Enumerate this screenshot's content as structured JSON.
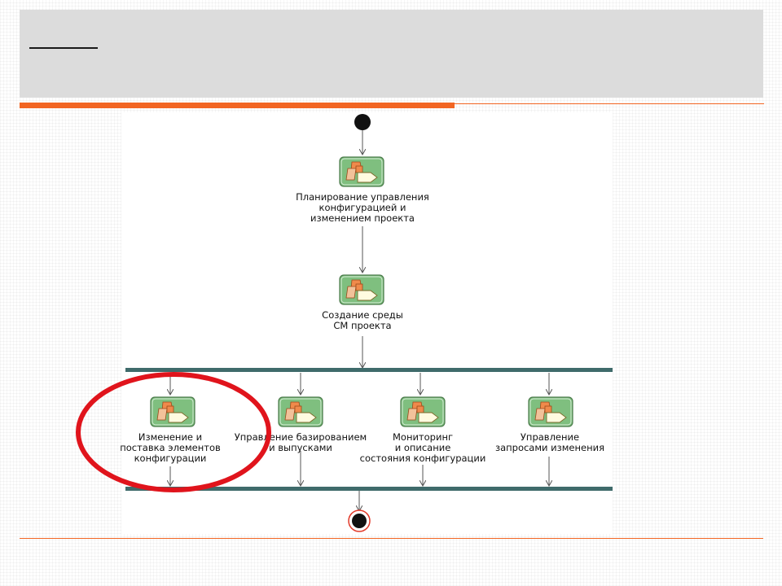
{
  "colors": {
    "accent": "#f26522",
    "sync_bar": "#3f6b6b",
    "highlight_circle": "#e0141c",
    "action_icon_fill": "#7fbf7f"
  },
  "diagram": {
    "nodes": [
      {
        "label": "Планирование управления\nконфигурацией и\nизменением проекта",
        "icon": "activity-icon"
      },
      {
        "label": "Создание среды\nCM проекта",
        "icon": "activity-icon"
      },
      {
        "label": "Изменение и\nпоставка элементов\nконфигурации",
        "icon": "activity-icon",
        "highlighted": true
      },
      {
        "label": "Управление базированием\nи выпусками",
        "icon": "activity-icon"
      },
      {
        "label": "Мониторинг\nи описание\nсостояния конфигурации",
        "icon": "activity-icon"
      },
      {
        "label": "Управление\nзапросами изменения",
        "icon": "activity-icon"
      }
    ],
    "start_node": "initial-state",
    "end_node": "final-state"
  }
}
